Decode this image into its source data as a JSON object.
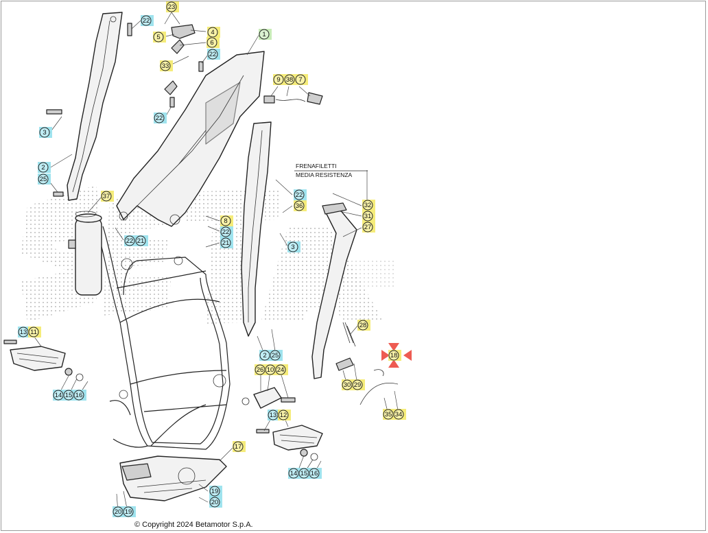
{
  "copyright": "© Copyright 2024 Betamotor S.p.A.",
  "note": {
    "line1": "FRENAFILETTI",
    "line2": "MEDIA RESISTENZA"
  },
  "colors": {
    "yellow": "#f5ec7a",
    "cyan": "#9fe3ee",
    "green": "#c8ecb8",
    "red": "#ee5b52"
  },
  "callouts": [
    {
      "label": "23",
      "color": "yellow"
    },
    {
      "label": "22",
      "color": "cyan"
    },
    {
      "label": "4",
      "color": "yellow"
    },
    {
      "label": "5",
      "color": "yellow"
    },
    {
      "label": "6",
      "color": "yellow"
    },
    {
      "label": "1",
      "color": "green"
    },
    {
      "label": "22",
      "color": "cyan"
    },
    {
      "label": "33",
      "color": "yellow"
    },
    {
      "label": "9",
      "color": "yellow"
    },
    {
      "label": "38",
      "color": "yellow"
    },
    {
      "label": "7",
      "color": "yellow"
    },
    {
      "label": "22",
      "color": "cyan"
    },
    {
      "label": "3",
      "color": "cyan"
    },
    {
      "label": "2",
      "color": "cyan"
    },
    {
      "label": "25",
      "color": "cyan"
    },
    {
      "label": "37",
      "color": "yellow"
    },
    {
      "label": "22",
      "color": "cyan"
    },
    {
      "label": "36",
      "color": "yellow"
    },
    {
      "label": "32",
      "color": "yellow"
    },
    {
      "label": "31",
      "color": "yellow"
    },
    {
      "label": "27",
      "color": "yellow"
    },
    {
      "label": "8",
      "color": "yellow"
    },
    {
      "label": "22",
      "color": "cyan"
    },
    {
      "label": "21",
      "color": "cyan"
    },
    {
      "label": "22",
      "color": "cyan"
    },
    {
      "label": "21",
      "color": "cyan"
    },
    {
      "label": "3",
      "color": "cyan"
    },
    {
      "label": "13",
      "color": "cyan"
    },
    {
      "label": "11",
      "color": "yellow"
    },
    {
      "label": "28",
      "color": "yellow"
    },
    {
      "label": "2",
      "color": "cyan"
    },
    {
      "label": "25",
      "color": "cyan"
    },
    {
      "label": "18",
      "color": "yellow"
    },
    {
      "label": "26",
      "color": "yellow"
    },
    {
      "label": "10",
      "color": "yellow"
    },
    {
      "label": "24",
      "color": "yellow"
    },
    {
      "label": "30",
      "color": "yellow"
    },
    {
      "label": "29",
      "color": "yellow"
    },
    {
      "label": "14",
      "color": "cyan"
    },
    {
      "label": "15",
      "color": "cyan"
    },
    {
      "label": "16",
      "color": "cyan"
    },
    {
      "label": "35",
      "color": "yellow"
    },
    {
      "label": "34",
      "color": "yellow"
    },
    {
      "label": "13",
      "color": "cyan"
    },
    {
      "label": "12",
      "color": "yellow"
    },
    {
      "label": "17",
      "color": "yellow"
    },
    {
      "label": "14",
      "color": "cyan"
    },
    {
      "label": "15",
      "color": "cyan"
    },
    {
      "label": "16",
      "color": "cyan"
    },
    {
      "label": "19",
      "color": "cyan"
    },
    {
      "label": "20",
      "color": "cyan"
    },
    {
      "label": "20",
      "color": "cyan"
    },
    {
      "label": "19",
      "color": "cyan"
    }
  ]
}
